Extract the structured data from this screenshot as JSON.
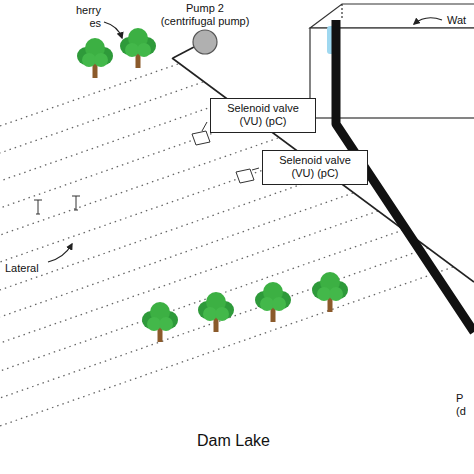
{
  "diagram": {
    "nodes": [
      {
        "text": [
          "Pump 2 (centrifugal pump)"
        ]
      },
      {
        "text": [
          "Selenoid valve (VU) (pC)"
        ]
      },
      {
        "text": [
          "Selenoid valve (VU) (pC)"
        ]
      }
    ],
    "labels": [
      "herry es",
      "Wat",
      "Lateral",
      "Dam Lake",
      "P (d"
    ]
  }
}
